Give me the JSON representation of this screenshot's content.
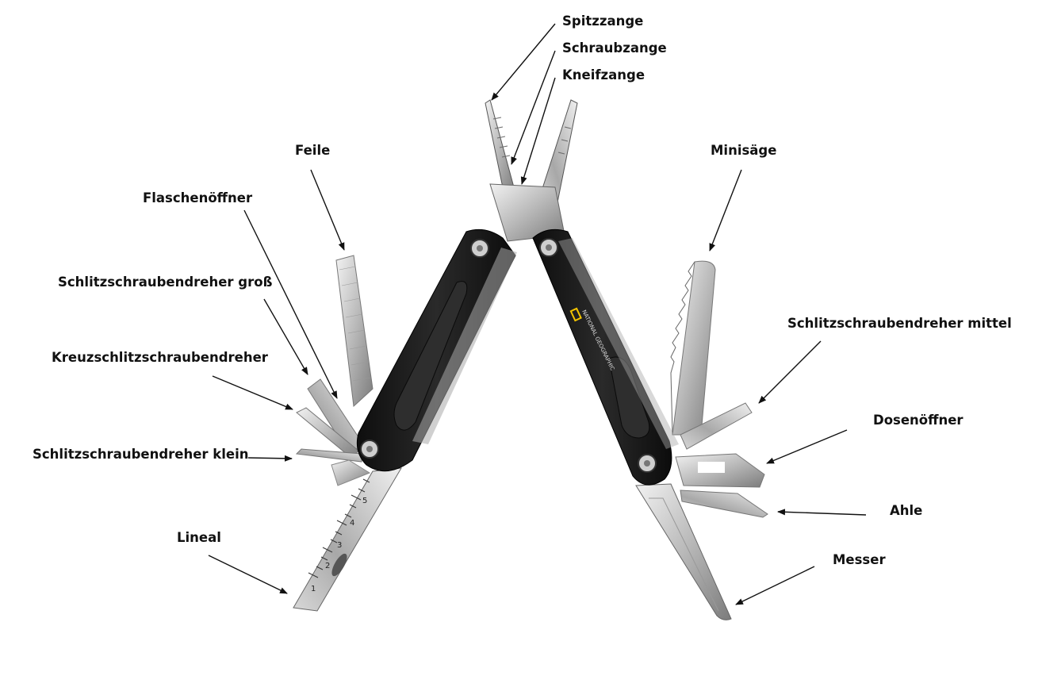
{
  "labels": {
    "spitzzange": "Spitzzange",
    "schraubzange": "Schraubzange",
    "kneifzange": "Kneifzange",
    "feile": "Feile",
    "minisaege": "Minisäge",
    "flaschenoeffner": "Flaschenöffner",
    "schlitz_gross": "Schlitzschraubendreher groß",
    "schlitz_mittel": "Schlitzschraubendreher mittel",
    "kreuzschlitz": "Kreuzschlitzschraubendreher",
    "dosenoeffner": "Dosenöffner",
    "schlitz_klein": "Schlitzschraubendreher klein",
    "ahle": "Ahle",
    "lineal": "Lineal",
    "messer": "Messer"
  },
  "brand_logo_text": "NATIONAL GEOGRAPHIC",
  "ruler_ticks": [
    "1",
    "2",
    "3",
    "4",
    "5"
  ],
  "colors": {
    "handle": "#1a1a1a",
    "handle_inset": "#2c2c2c",
    "steel_light": "#e4e4e4",
    "steel_dark": "#8e8e8e",
    "logo": "#f3c400",
    "label": "#111111"
  }
}
